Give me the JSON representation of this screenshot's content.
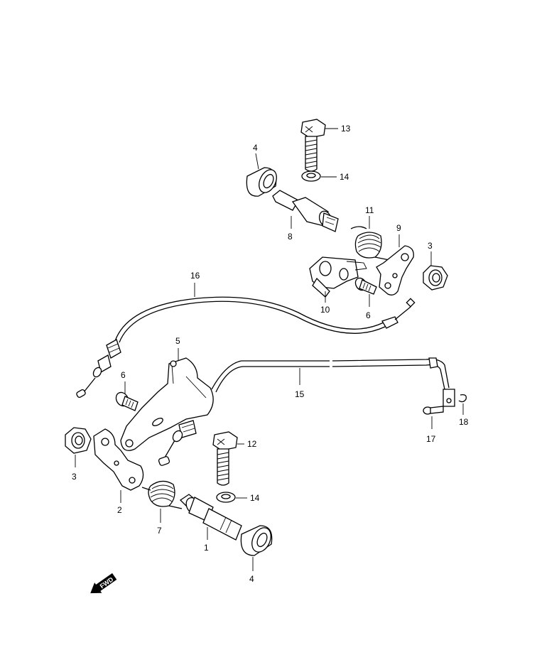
{
  "diagram": {
    "callouts": {
      "c1": "1",
      "c2": "2",
      "c3a": "3",
      "c3b": "3",
      "c4a": "4",
      "c4b": "4",
      "c5": "5",
      "c6a": "6",
      "c6b": "6",
      "c7": "7",
      "c8": "8",
      "c9": "9",
      "c10": "10",
      "c11": "11",
      "c12": "12",
      "c13": "13",
      "c14a": "14",
      "c14b": "14",
      "c15": "15",
      "c16": "16",
      "c17": "17",
      "c18": "18"
    },
    "fwd_label": "FWD",
    "parts": {
      "p1": "shaft-lower",
      "p2": "lever-lower",
      "p3": "nut",
      "p4": "oil-seal",
      "p5": "bracket",
      "p6": "screw",
      "p7": "spring-lower",
      "p8": "shaft-upper",
      "p9": "lever-upper",
      "p10": "cable-holder",
      "p11": "spring-upper",
      "p12": "bolt-lower",
      "p13": "bolt-upper",
      "p14": "washer",
      "p15": "cable-rod",
      "p16": "cable",
      "p17": "pin",
      "p18": "clip"
    }
  }
}
